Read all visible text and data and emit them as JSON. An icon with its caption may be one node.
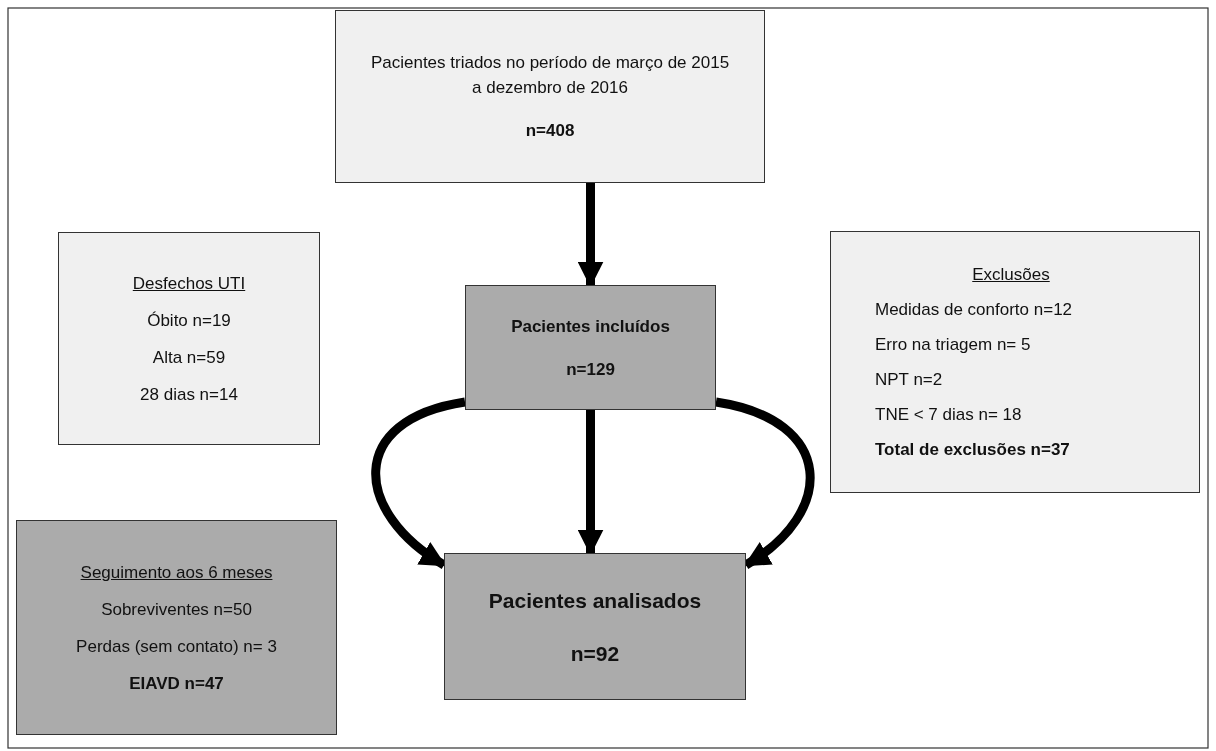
{
  "diagram": {
    "nodes": [
      {
        "text": [
          "Pacientes triados no período de março de 2015 a dezembro de 2016",
          "n=408"
        ]
      },
      {
        "text": [
          "Desfechos UTI",
          "Óbito n=19",
          "Alta n=59",
          "28 dias n=14"
        ]
      },
      {
        "text": [
          "Pacientes incluídos",
          "n=129"
        ]
      },
      {
        "text": [
          "Exclusões",
          "Medidas de conforto n=12",
          "Erro na triagem n= 5",
          "NPT n=2",
          "TNE < 7 dias n= 18",
          "Total de exclusões n=37"
        ]
      },
      {
        "text": [
          "Seguimento aos 6 meses",
          "Sobreviventes n=50",
          "Perdas (sem contato) n= 3",
          "EIAVD n=47"
        ]
      },
      {
        "text": [
          "Pacientes analisados",
          "n=92"
        ]
      }
    ],
    "edges": [
      {
        "from": 0,
        "to": 2,
        "arrow": "to"
      },
      {
        "from": 2,
        "to": 5,
        "arrow": "to"
      },
      {
        "from": 2,
        "to": 5,
        "arrow": "to"
      },
      {
        "from": 2,
        "to": 5,
        "arrow": "to"
      }
    ]
  }
}
